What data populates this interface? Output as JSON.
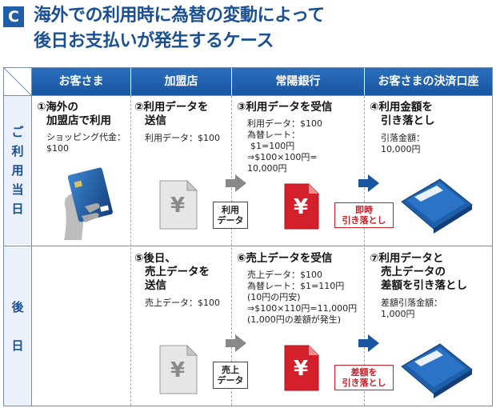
{
  "header": {
    "badge": "C",
    "title_line1": "海外での利用時に為替の変動によって",
    "title_line2": "後日お支払いが発生するケース"
  },
  "columns": [
    "お客さま",
    "加盟店",
    "常陽銀行",
    "お客さまの決済口座"
  ],
  "rows": {
    "row1_label": [
      "ご",
      "利",
      "用",
      "当",
      "日"
    ],
    "row2_label": [
      "後",
      "日"
    ]
  },
  "row1": {
    "customer": {
      "title_l1": "①海外の",
      "title_l2": "加盟店で利用",
      "text_l1": "ショッピング代金：",
      "text_l2": "$100"
    },
    "merchant": {
      "title_l1": "②利用データを",
      "title_l2": "送信",
      "text_l1": "利用データ：$100",
      "tag_l1": "利用",
      "tag_l2": "データ"
    },
    "bank": {
      "title_l1": "③利用データを受信",
      "text_l1": "利用データ：$100",
      "text_l2": "為替レート：",
      "text_l3": "$1=100円",
      "text_l4": "⇒$100×100円=",
      "text_l5": "10,000円",
      "tag_l1": "即時",
      "tag_l2": "引き落とし"
    },
    "account": {
      "title_l1": "④利用金額を",
      "title_l2": "引き落とし",
      "text_l1": "引落金額：",
      "text_l2": "10,000円"
    }
  },
  "row2": {
    "merchant": {
      "title_l1": "⑤後日、",
      "title_l2": "売上データを",
      "title_l3": "送信",
      "text_l1": "売上データ：$100",
      "tag_l1": "売上",
      "tag_l2": "データ"
    },
    "bank": {
      "title_l1": "⑥売上データを受信",
      "text_l1": "売上データ：$100",
      "text_l2": "為替レート：$1=110円",
      "text_l3": "(10円の円安)",
      "text_l4": "⇒$100×110円=11,000円",
      "text_l5": "(1,000円の差額が発生)",
      "tag_l1": "差額を",
      "tag_l2": "引き落とし"
    },
    "account": {
      "title_l1": "⑦利用データと",
      "title_l2": "売上データの",
      "title_l3": "差額を引き落とし",
      "text_l1": "差額引落金額：",
      "text_l2": "1,000円"
    }
  },
  "icons": {
    "yen_glyph": "¥"
  },
  "colors": {
    "brand_blue": "#1f5ea8",
    "title_blue": "#1a4f95",
    "arrow_gray": "#888888",
    "arrow_blue": "#1a55a0",
    "doc_red": "#d4202a",
    "tag_red": "#cc1e28"
  }
}
